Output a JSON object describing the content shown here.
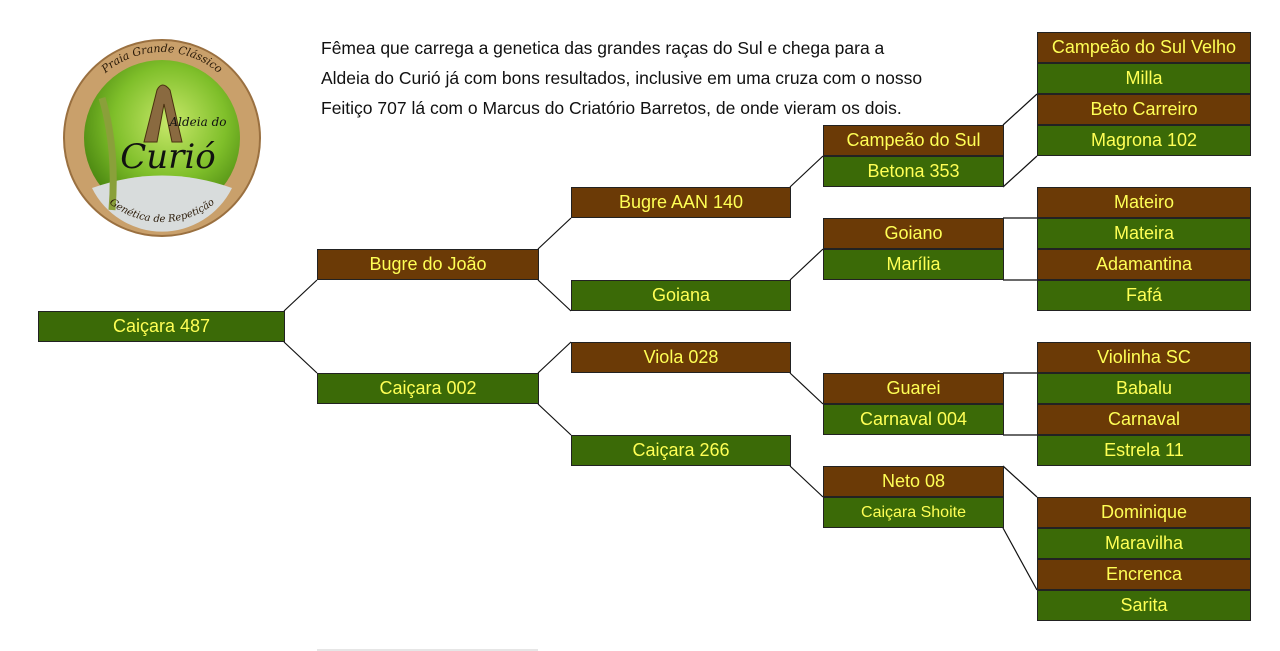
{
  "description": [
    "Fêmea que carrega a genetica das grandes raças do Sul e chega para a",
    "Aldeia do Curió já com bons resultados, inclusive em uma cruza com o nosso",
    "Feitiço 707 lá com o Marcus do Criatório Barretos, de onde vieram os dois."
  ],
  "logo": {
    "top_text": "Praia Grande Clássico",
    "brand_small": "Aldeia do",
    "brand_large": "Curió",
    "bottom_text": "Genética de Repetição"
  },
  "colors": {
    "male": "#6b3a06",
    "female": "#3b6a07",
    "text": "#ffff55"
  },
  "pedigree": {
    "subject": "Caiçara 487",
    "gen1": [
      "Bugre do João",
      "Caiçara 002"
    ],
    "gen2": [
      "Bugre AAN 140",
      "Goiana",
      "Viola 028",
      "Caiçara 266"
    ],
    "gen3": [
      "Campeão do Sul",
      "Betona 353",
      "Goiano",
      "Marília",
      "Guarei",
      "Carnaval 004",
      "Neto 08",
      "Caiçara Shoite"
    ],
    "gen4": [
      "Campeão do Sul Velho",
      "Milla",
      "Beto Carreiro",
      "Magrona 102",
      "Mateiro",
      "Mateira",
      "Adamantina",
      "Fafá",
      "Violinha SC",
      "Babalu",
      "Carnaval",
      "Estrela 11",
      "Dominique",
      "Maravilha",
      "Encrenca",
      "Sarita"
    ]
  }
}
